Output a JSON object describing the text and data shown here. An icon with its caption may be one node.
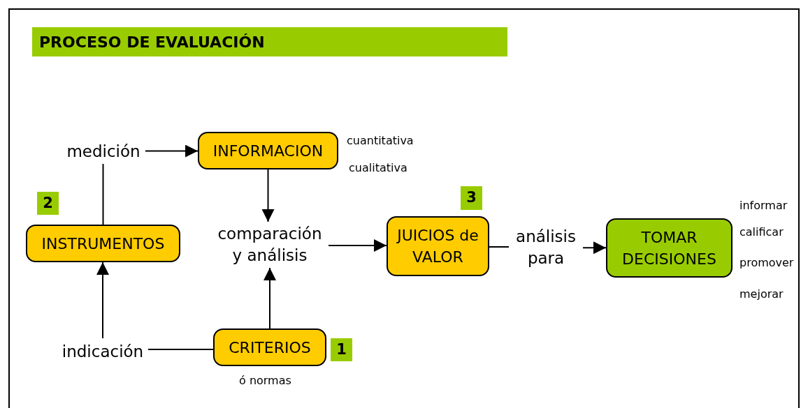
{
  "diagram": {
    "title": "PROCESO DE EVALUACIÓN",
    "nodes": [
      {
        "text": [
          "medición"
        ]
      },
      {
        "text": [
          "INFORMACION"
        ],
        "beside": [
          "cuantitativa",
          "cualitativa"
        ]
      },
      {
        "text": [
          "INSTRUMENTOS"
        ]
      },
      {
        "text": [
          "2"
        ]
      },
      {
        "text": [
          "comparación y análisis"
        ]
      },
      {
        "text": [
          "JUICIOS de VALOR"
        ]
      },
      {
        "text": [
          "3"
        ]
      },
      {
        "text": [
          "análisis para"
        ]
      },
      {
        "text": [
          "TOMAR DECISIONES"
        ],
        "beside": [
          "informar",
          "calificar",
          "promover",
          "mejorar"
        ]
      },
      {
        "text": [
          "indicación"
        ]
      },
      {
        "text": [
          "CRITERIOS"
        ],
        "beside": [
          "ó normas"
        ]
      },
      {
        "text": [
          "1"
        ]
      }
    ],
    "edges": [
      {
        "from": 9,
        "to": 10,
        "arrow": "none"
      },
      {
        "from": 9,
        "to": 2,
        "arrow": "to"
      },
      {
        "from": 2,
        "to": 0,
        "arrow": "none"
      },
      {
        "from": 0,
        "to": 1,
        "arrow": "to"
      },
      {
        "from": 1,
        "to": 4,
        "arrow": "to"
      },
      {
        "from": 10,
        "to": 4,
        "arrow": "to"
      },
      {
        "from": 4,
        "to": 5,
        "arrow": "to"
      },
      {
        "from": 5,
        "to": 7,
        "arrow": "none"
      },
      {
        "from": 7,
        "to": 8,
        "arrow": "to"
      }
    ]
  }
}
